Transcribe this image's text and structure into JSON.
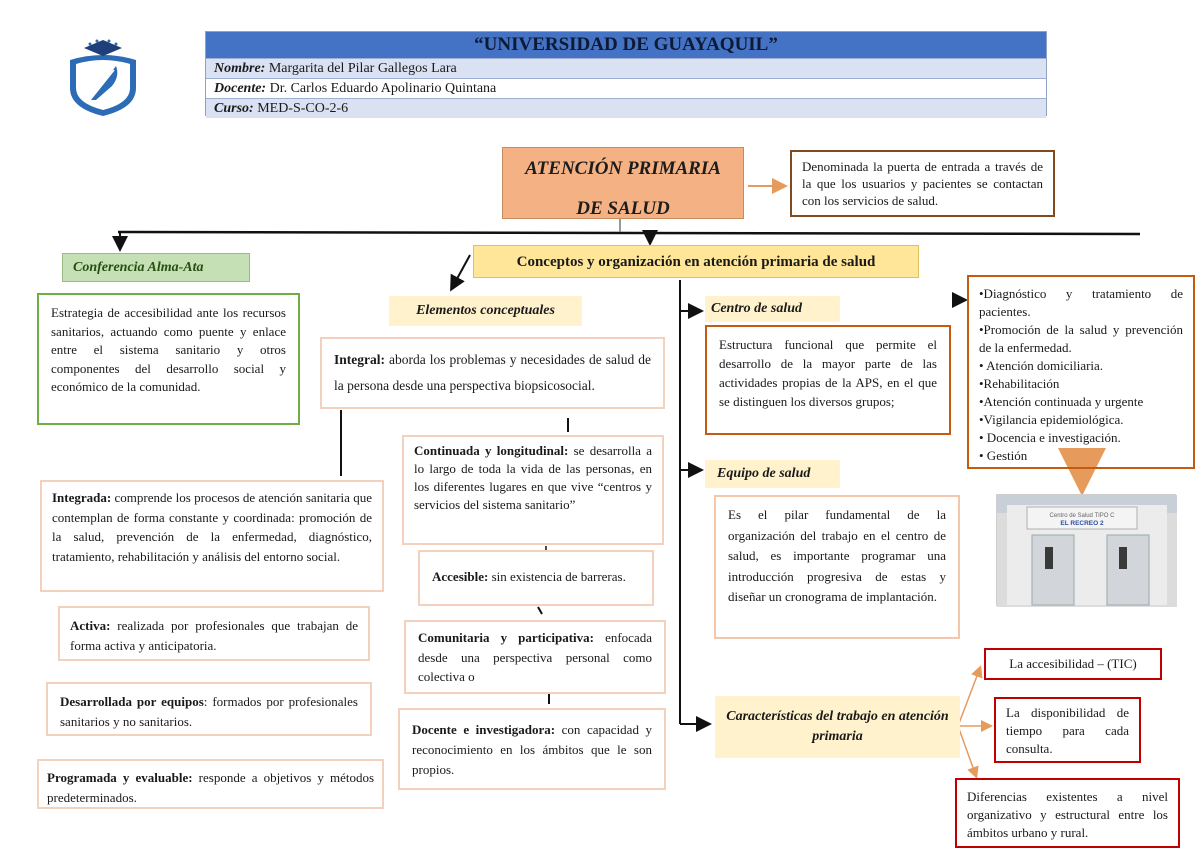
{
  "header": {
    "university": "“UNIVERSIDAD DE GUAYAQUIL”",
    "rows": [
      {
        "key": "Nombre:",
        "value": " Margarita del Pilar Gallegos Lara"
      },
      {
        "key": "Docente:",
        "value": " Dr. Carlos Eduardo Apolinario Quintana"
      },
      {
        "key": "Curso:",
        "value": " MED-S-CO-2-6"
      }
    ]
  },
  "main": {
    "title_line1": "ATENCIÓN PRIMARIA",
    "title_line2": "DE SALUD",
    "definition": "Denominada la puerta de entrada a través de la que los usuarios y pacientes se contactan con los servicios de salud."
  },
  "alma_ata": {
    "label": "Conferencia Alma-Ata",
    "text": "Estrategia de accesibilidad ante los recursos sanitarios, actuando como puente y enlace entre el sistema sanitario y otros componentes del desarrollo social y económico de la comunidad."
  },
  "conceptos": {
    "label": "Conceptos y organización en atención primaria de salud",
    "elementos_label": "Elementos conceptuales",
    "items": [
      {
        "term": "Integral:",
        "desc": " aborda los problemas y necesidades de salud de la persona desde una perspectiva biopsicosocial."
      },
      {
        "term": "Continuada y longitudinal:",
        "desc": " se desarrolla a lo largo de toda la vida de las personas, en los diferentes lugares en que vive “centros y servicios del sistema sanitario”"
      },
      {
        "term": "Accesible:",
        "desc": " sin existencia de barreras."
      },
      {
        "term": "Comunitaria y participativa:",
        "desc": " enfocada desde una perspectiva personal como colectiva o"
      },
      {
        "term": "Docente e investigadora:",
        "desc": " con capacidad y reconocimiento en los ámbitos que le son propios."
      }
    ],
    "left_items": [
      {
        "term": "Integrada:",
        "desc": " comprende los procesos de atención sanitaria que contemplan de forma constante y coordinada: promoción de la salud, prevención de la enfermedad, diagnóstico, tratamiento, rehabilitación y análisis del entorno social."
      },
      {
        "term": "Activa:",
        "desc": " realizada por profesionales que trabajan de forma activa y anticipatoria."
      },
      {
        "term": "Desarrollada por equipos",
        "desc": ": formados por profesionales sanitarios y no sanitarios."
      },
      {
        "term": "Programada y evaluable:",
        "desc": " responde a objetivos y métodos predeterminados."
      }
    ]
  },
  "centro": {
    "label": "Centro de salud",
    "text": "Estructura funcional que permite el desarrollo de la mayor parte de las actividades propias de la APS, en el que se distinguen los diversos grupos;"
  },
  "equipo": {
    "label": "Equipo de salud",
    "text": "Es el pilar fundamental de la organización del trabajo en el centro de salud, es importante programar una introducción progresiva de estas y diseñar un cronograma de implantación."
  },
  "servicios": [
    "•Diagnóstico y tratamiento de pacientes.",
    "•Promoción de la salud y prevención de la enfermedad.",
    "• Atención domiciliaria.",
    "•Rehabilitación",
    "•Atención continuada y urgente",
    "•Vigilancia epidemiológica.",
    "• Docencia e investigación.",
    "• Gestión"
  ],
  "photo": {
    "sign_line1": "Centro de Salud TIPO C",
    "sign_line2": "EL RECREO 2"
  },
  "caracteristicas": {
    "label": "Características del trabajo en atención primaria",
    "items": [
      "La accesibilidad – (TIC)",
      "La disponibilidad de tiempo para cada consulta.",
      "Diferencias existentes a nivel organizativo y estructural entre los ámbitos urbano y rural."
    ]
  },
  "colors": {
    "header_blue": "#4472c4",
    "title_orange": "#f4b183",
    "green": "#70ad47",
    "yellow": "#ffe699",
    "brown": "#c55a11",
    "red": "#c00000"
  }
}
